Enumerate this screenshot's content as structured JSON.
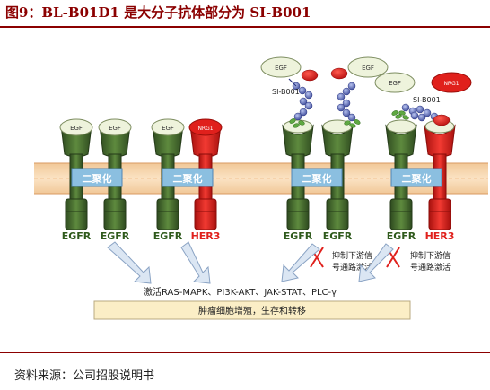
{
  "figure_title": "图9：BL-B01D1 是大分子抗体部分为 SI-B001",
  "ligand_egf": "EGF",
  "ligand_nrg1": "NRG1",
  "dimerization_label": "二聚化",
  "receptor_egfr": "EGFR",
  "receptor_her3": "HER3",
  "antibody_name": "SI-B001",
  "inhibition_text_line1": "抑制下游信",
  "inhibition_text_line2": "号通路激活",
  "pathways_text": "激活RAS-MAPK、PI3K-AKT、JAK-STAT、PLC-γ",
  "outcome_text": "肿瘤细胞增殖，生存和转移",
  "source_text": "资料来源：公司招股说明书",
  "colors": {
    "title": "#8b0000",
    "egfr_green": "#3a5a28",
    "her3_red": "#e0201c",
    "ligand_fill": "#eef3dc",
    "nrg1_red": "#e0201c",
    "dimer_box": "#8bbfe0",
    "arrow_fill": "#dbe6f3",
    "outcome_box": "#fbeec6"
  }
}
